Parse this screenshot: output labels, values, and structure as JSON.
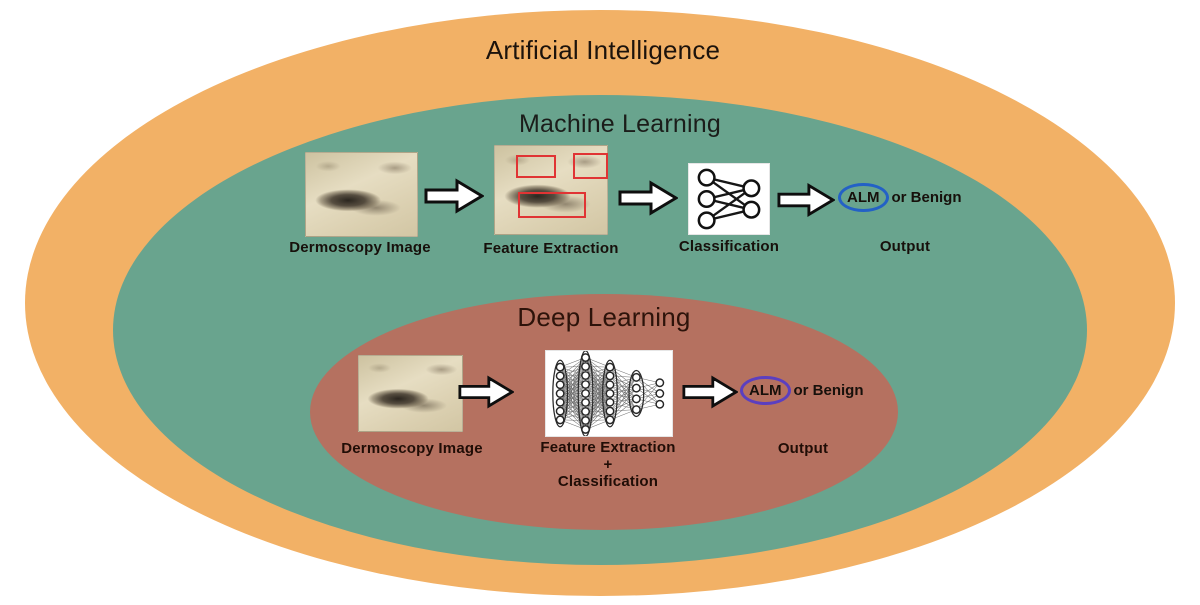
{
  "figure": {
    "title_ai": "Artificial Intelligence",
    "title_ml": "Machine Learning",
    "title_dl": "Deep Learning"
  },
  "colors": {
    "ai_ellipse": "#f2b166",
    "ml_ellipse": "#69a48e",
    "dl_ellipse": "#b57160",
    "ml_output_circle": "#2361c6",
    "dl_output_circle": "#5b3fc0",
    "feature_box": "#e03434"
  },
  "ml_pipeline": {
    "step1_label": "Dermoscopy Image",
    "step2_label": "Feature Extraction",
    "step3_label": "Classification",
    "step4_label": "Output",
    "output_highlight": "ALM",
    "output_rest": "or Benign",
    "classification_network": {
      "layers": [
        3,
        2
      ]
    }
  },
  "dl_pipeline": {
    "step1_label": "Dermoscopy Image",
    "step2_label_line1": "Feature Extraction",
    "step2_label_line2": "+",
    "step2_label_line3": "Classification",
    "step3_label": "Output",
    "output_highlight": "ALM",
    "output_rest": "or Benign",
    "deep_network": {
      "layers": [
        7,
        9,
        7,
        4,
        3
      ]
    }
  }
}
